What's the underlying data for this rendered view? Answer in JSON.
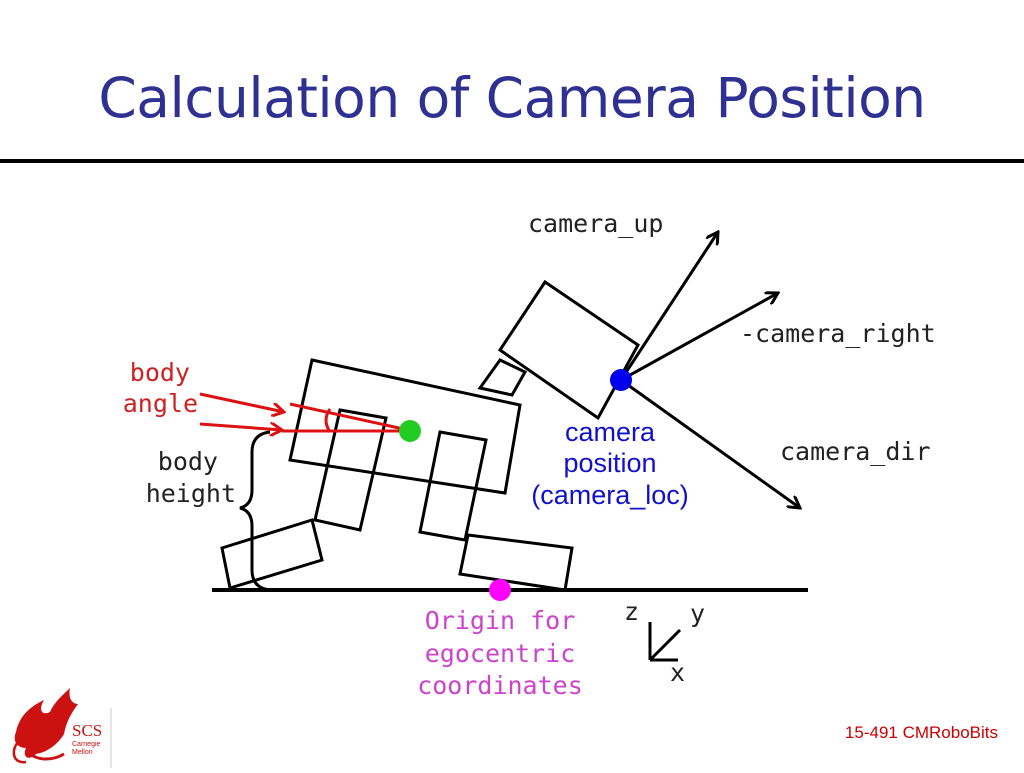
{
  "slide": {
    "title": "Calculation of Camera Position",
    "footer": "15-491 CMRoboBits"
  },
  "logo": {
    "icon": "scs-dragon-icon",
    "text_main": "SCS",
    "text_sub1": "Carnegie",
    "text_sub2": "Mellon"
  },
  "diagram": {
    "labels": {
      "camera_up": "camera_up",
      "camera_right": "-camera_right",
      "camera_dir": "camera_dir",
      "camera_pos_1": "camera",
      "camera_pos_2": "position",
      "camera_pos_3": "(camera_loc)",
      "body_angle_1": "body",
      "body_angle_2": "angle",
      "body_height_1": "body",
      "body_height_2": "height",
      "origin_1": "Origin for",
      "origin_2": "egocentric",
      "origin_3": "coordinates",
      "axis_z": "z",
      "axis_y": "y",
      "axis_x": "x"
    },
    "colors": {
      "title": "#2e3192",
      "body_angle": "#dd1111",
      "camera_point": "#0000ee",
      "camera_label": "#1111cc",
      "body_point": "#22cc22",
      "origin_point": "#ff00ff",
      "origin_label": "#cc44cc",
      "footer": "#cc0000"
    }
  }
}
